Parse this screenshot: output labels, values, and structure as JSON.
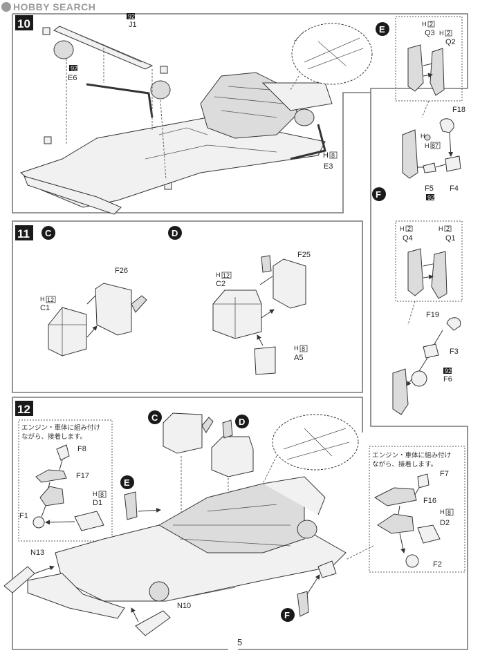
{
  "watermark": "HOBBY SEARCH",
  "page_number": "5",
  "steps": {
    "s10": "10",
    "s11": "11",
    "s12": "12"
  },
  "circles": {
    "C": "C",
    "D": "D",
    "E": "E",
    "F": "F"
  },
  "tags": {
    "t92": "92",
    "H": "H",
    "n2": "2",
    "n8": "8",
    "n12": "12",
    "n87": "87"
  },
  "labels": {
    "J1": "J1",
    "E6": "E6",
    "E3": "E3",
    "Q3": "Q3",
    "Q2": "Q2",
    "F18": "F18",
    "F5": "F5",
    "F4": "F4",
    "Q4": "Q4",
    "Q1": "Q1",
    "F19": "F19",
    "F3": "F3",
    "F6": "F6",
    "F26": "F26",
    "C1": "C1",
    "F25": "F25",
    "C2": "C2",
    "A5": "A5",
    "F8": "F8",
    "F17": "F17",
    "D1": "D1",
    "F1": "F1",
    "F7": "F7",
    "F16": "F16",
    "D2": "D2",
    "F2": "F2",
    "N13": "N13",
    "N10": "N10"
  },
  "notes": {
    "left_line1": "エンジン・車体に組み付け",
    "left_line2": "ながら、接着します。",
    "right_line1": "エンジン・車体に組み付け",
    "right_line2": "ながら、接着します。"
  }
}
